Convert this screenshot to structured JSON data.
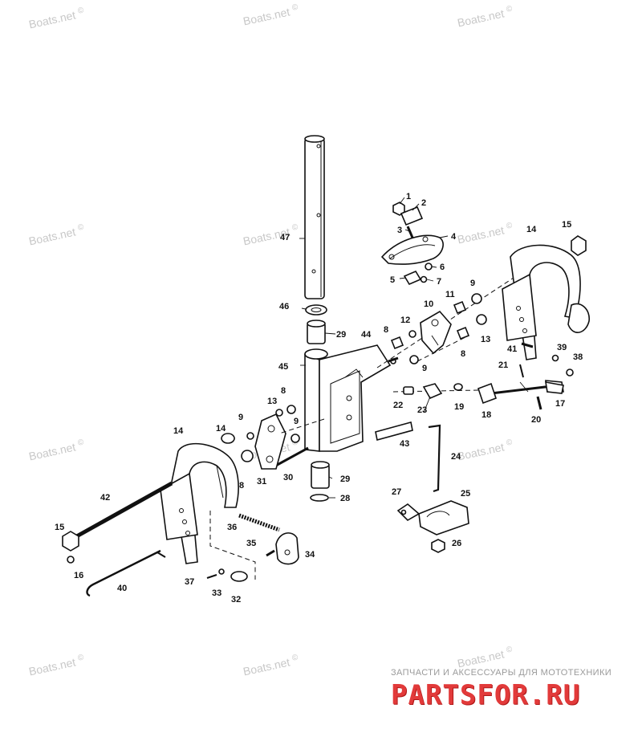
{
  "watermark": {
    "text": "Boats.net",
    "symbol": "©",
    "color": "#c8c8c8"
  },
  "callouts": [
    "1",
    "2",
    "3",
    "4",
    "5",
    "6",
    "7",
    "8",
    "9",
    "10",
    "11",
    "12",
    "13",
    "14",
    "15",
    "16",
    "17",
    "18",
    "19",
    "20",
    "21",
    "22",
    "23",
    "24",
    "25",
    "26",
    "27",
    "28",
    "29",
    "30",
    "31",
    "32",
    "33",
    "34",
    "35",
    "36",
    "37",
    "38",
    "39",
    "40",
    "41",
    "42",
    "43",
    "44",
    "45",
    "46",
    "47"
  ],
  "brand": {
    "tagline": "ЗАПЧАСТИ И АКСЕССУАРЫ ДЛЯ МОТОТЕХНИКИ",
    "name": "PARTSFOR.RU",
    "color": "#e23a3a"
  }
}
